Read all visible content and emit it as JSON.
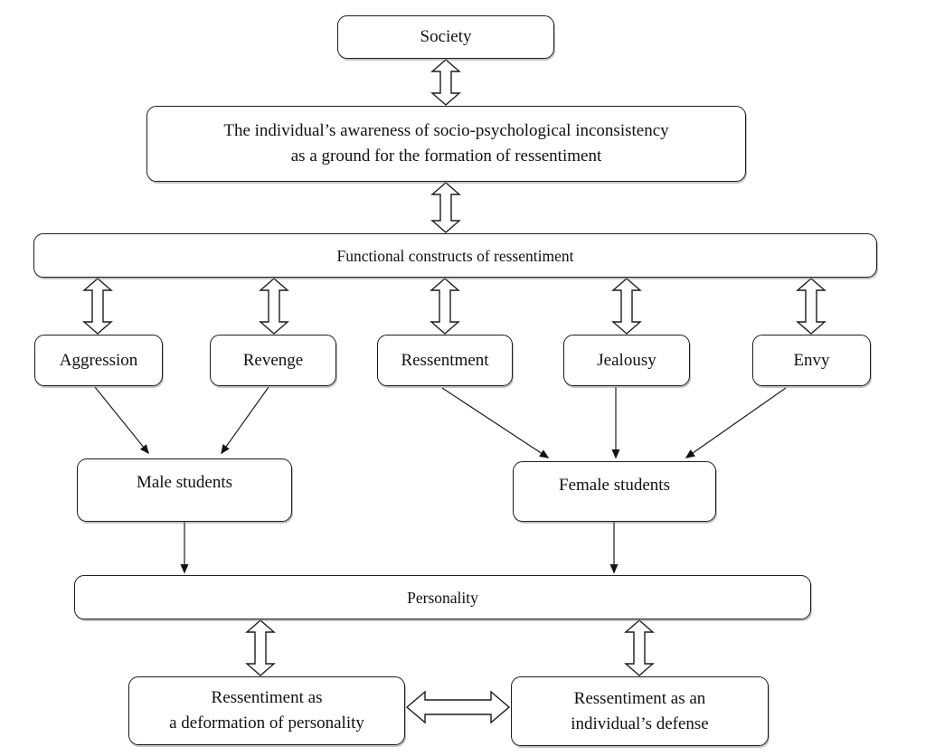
{
  "diagram": {
    "nodes": {
      "society": "Society",
      "awareness_line1": "The individual’s awareness of socio-psychological inconsistency",
      "awareness_line2": "as a ground for the formation of ressentiment",
      "functional": "Functional constructs of ressentiment",
      "aggression": "Aggression",
      "revenge": "Revenge",
      "ressentment": "Ressentment",
      "jealousy": "Jealousy",
      "envy": "Envy",
      "male_students": "Male students",
      "female_students": "Female students",
      "personality": "Personality",
      "deformation_line1": "Ressentiment as",
      "deformation_line2": "a deformation of personality",
      "defense_line1": "Ressentiment as an",
      "defense_line2": "individual’s defense"
    },
    "colors": {
      "line": "#1c1c1c",
      "fill": "#ffffff",
      "shadow": "#9a9a9a"
    }
  }
}
